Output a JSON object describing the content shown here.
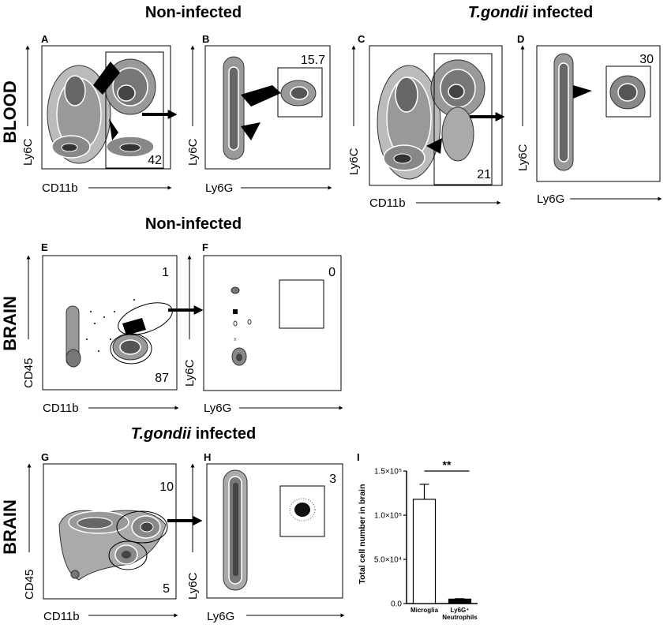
{
  "headers": {
    "top_left": "Non-infected",
    "top_right_italic": "T.gondii",
    "top_right_rest": " infected",
    "middle": "Non-infected",
    "bottom_italic": "T.gondii",
    "bottom_rest": " infected"
  },
  "rows": {
    "blood": "BLOOD",
    "brain1": "BRAIN",
    "brain2": "BRAIN"
  },
  "panels": {
    "A": {
      "letter": "A",
      "x": "CD11b",
      "y": "Ly6C",
      "gate": "42"
    },
    "B": {
      "letter": "B",
      "x": "Ly6G",
      "y": "Ly6C",
      "gate": "15.7"
    },
    "C": {
      "letter": "C",
      "x": "CD11b",
      "y": "Ly6C",
      "gate": "21"
    },
    "D": {
      "letter": "D",
      "x": "Ly6G",
      "y": "Ly6C",
      "gate": "30"
    },
    "E": {
      "letter": "E",
      "x": "CD11b",
      "y": "CD45",
      "gate1": "1",
      "gate2": "87"
    },
    "F": {
      "letter": "F",
      "x": "Ly6G",
      "y": "Ly6C",
      "gate": "0"
    },
    "G": {
      "letter": "G",
      "x": "CD11b",
      "y": "CD45",
      "gate1": "10",
      "gate2": "5"
    },
    "H": {
      "letter": "H",
      "x": "Ly6G",
      "y": "Ly6C",
      "gate": "3"
    },
    "I": {
      "letter": "I"
    }
  },
  "colors": {
    "ink": "#000000",
    "paper": "#ffffff",
    "contour": "#555555"
  },
  "chart_data": {
    "type": "bar",
    "categories": [
      "Microglia",
      "Ly6G⁺ Neutrophils"
    ],
    "category_lines": [
      [
        "Microglia"
      ],
      [
        "Ly6G⁺",
        "Neutrophils"
      ]
    ],
    "values": [
      118000,
      5000
    ],
    "errors": [
      17000,
      500
    ],
    "ylabel": "Total cell number in brain",
    "ylim": [
      0,
      150000
    ],
    "yticks": [
      0,
      50000,
      100000,
      150000
    ],
    "ytick_labels": [
      "0.0",
      "5.0×10⁴",
      "1.0×10⁵",
      "1.5×10⁵"
    ],
    "significance": "**",
    "bar_fills": [
      "#ffffff",
      "#000000"
    ]
  }
}
